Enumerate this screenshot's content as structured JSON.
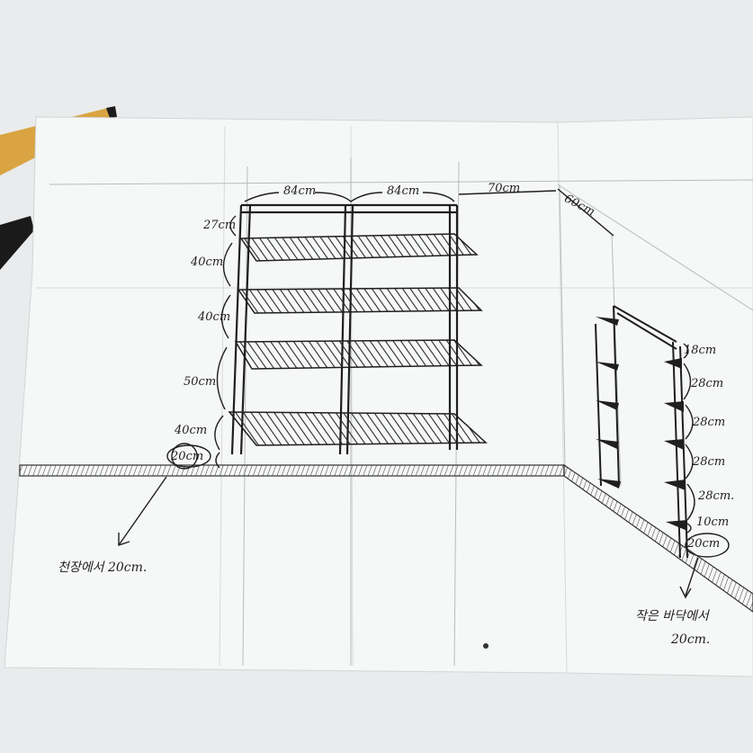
{
  "photo": {
    "colors": {
      "desk": "#e9ebec",
      "paper": "#f6f7f7",
      "ink": "#1f1f1f",
      "pencil": "#b9bcbe",
      "hatch": "#2a2a2a",
      "pencil_body": "#d9a441"
    },
    "objects": [
      "pencil",
      "marker",
      "sketch-paper",
      "handwritten-note"
    ]
  },
  "sketch": {
    "front_view": {
      "widths": [
        "84cm",
        "84cm"
      ],
      "right_gap": "70cm",
      "top_offset": "27cm",
      "shelf_spacings": [
        "40cm",
        "40cm",
        "50cm",
        "40cm"
      ],
      "floor_clearance": "20cm",
      "note": "천장에서 20cm."
    },
    "side_view": {
      "depth": "60cm",
      "spacings": [
        "18cm",
        "28cm",
        "28cm",
        "28cm",
        "28cm.",
        "10cm"
      ],
      "floor_clearance": "20cm",
      "note_line1": "작은 바닥에서",
      "note_line2": "20cm."
    }
  }
}
